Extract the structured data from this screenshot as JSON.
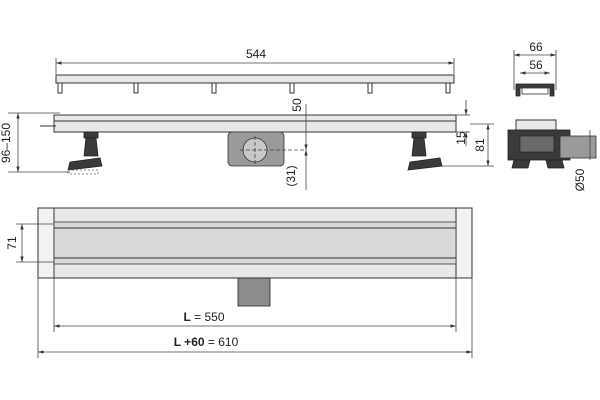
{
  "dimensions": {
    "grate_length": "544",
    "grate_width": "66",
    "grate_inner": "56",
    "adjustable_height": "96–150",
    "depth_outlet": "50",
    "outlet_offset": "(31)",
    "gap": "15",
    "total_height": "81",
    "width_71": "71",
    "outlet_diameter": "Ø50",
    "length_l_prefix": "L",
    "length_l_value": " = 550",
    "length_total_prefix": "L +60",
    "length_total_value": " = 610"
  },
  "colors": {
    "line": "#333333",
    "metal": "#e8e8e8",
    "dark": "#3a3a3a"
  }
}
